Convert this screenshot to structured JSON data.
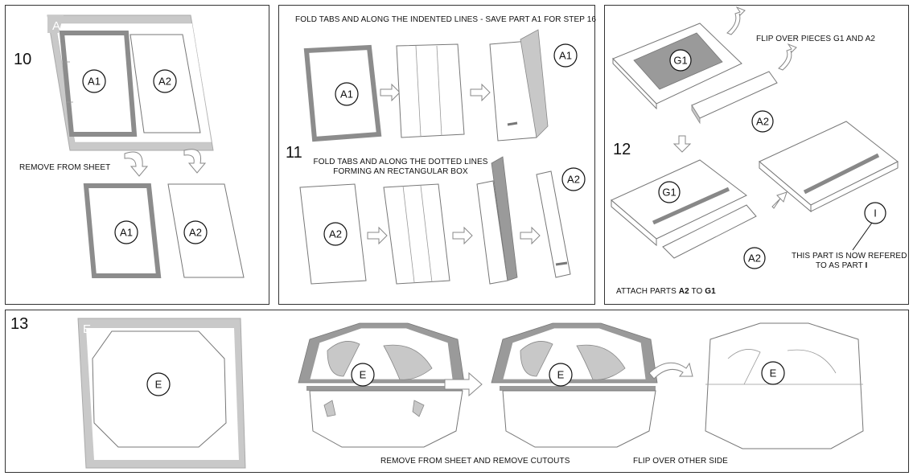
{
  "steps": {
    "s10": {
      "number": "10",
      "caption": "REMOVE FROM SHEET",
      "sheet_letter": "A",
      "labels": [
        "A1",
        "A2"
      ]
    },
    "s11": {
      "number": "11",
      "caption_top": "FOLD TABS AND ALONG THE INDENTED LINES - SAVE PART A1 FOR STEP 16",
      "caption_mid_line1": "FOLD TABS AND ALONG THE DOTTED LINES",
      "caption_mid_line2": "FORMING AN RECTANGULAR BOX",
      "labels_top": [
        "A1",
        "A1"
      ],
      "labels_bottom": [
        "A2",
        "A2"
      ]
    },
    "s12": {
      "number": "12",
      "caption_flip": "FLIP OVER PIECES G1 AND A2",
      "caption_attach_prefix": "ATTACH PARTS ",
      "caption_attach_a2": "A2",
      "caption_attach_to": " TO ",
      "caption_attach_g1": "G1",
      "caption_part_line1": "THIS PART IS NOW REFERED",
      "caption_part_line2": "TO AS PART",
      "caption_part_letter": "I",
      "labels": [
        "G1",
        "A2",
        "G1",
        "A2",
        "I"
      ]
    },
    "s13": {
      "number": "13",
      "sheet_letter": "E",
      "caption_remove": "REMOVE FROM SHEET AND REMOVE CUTOUTS",
      "caption_flip": "FLIP OVER OTHER SIDE",
      "labels": [
        "E",
        "E",
        "E",
        "E"
      ]
    }
  },
  "colors": {
    "border": "#333333",
    "sheet_frame": "#c9c9c9",
    "fold_gray": "#9a9a9a",
    "line": "#777777"
  }
}
